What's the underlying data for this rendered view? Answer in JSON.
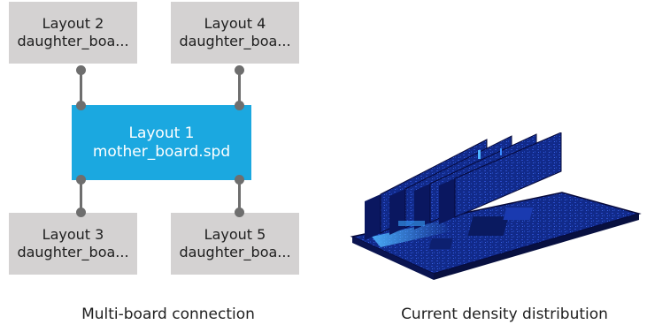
{
  "diagram": {
    "mother": {
      "line1": "Layout 1",
      "line2": "mother_board.spd",
      "color": "#1ba8e0"
    },
    "daughters": [
      {
        "line1": "Layout 2",
        "line2": "daughter_boa..."
      },
      {
        "line1": "Layout 4",
        "line2": "daughter_boa..."
      },
      {
        "line1": "Layout 3",
        "line2": "daughter_boa..."
      },
      {
        "line1": "Layout 5",
        "line2": "daughter_boa..."
      }
    ],
    "connector_color": "#6e6e6e",
    "box_color": "#d4d2d2"
  },
  "captions": {
    "left": "Multi-board connection",
    "right": "Current density distribution"
  },
  "image": {
    "description_icon": "current-density-3d-visualization",
    "colors": {
      "board": "#101f6e",
      "highlight": "#4fb6ff",
      "frame": "#06093a"
    }
  }
}
